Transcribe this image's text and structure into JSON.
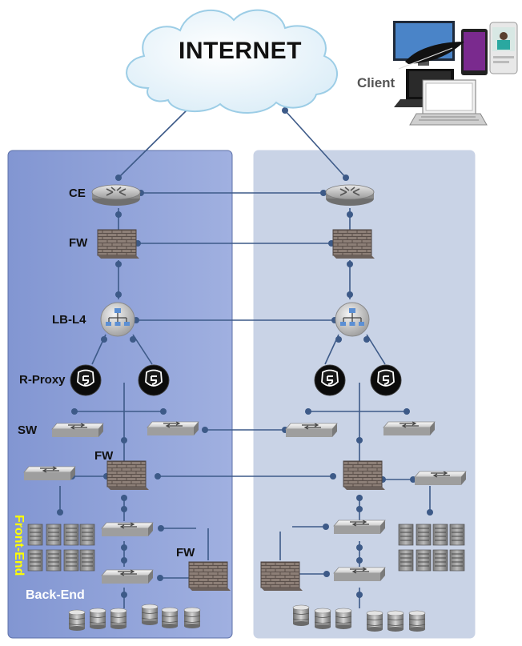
{
  "title": "INTERNET",
  "client_label": "Client",
  "labels": {
    "ce": "CE",
    "fw": "FW",
    "lb": "LB-L4",
    "rproxy": "R-Proxy",
    "sw": "SW",
    "fw_mid": "FW",
    "fw_low": "FW",
    "front_end": "Front-End",
    "back_end": "Back-End"
  },
  "colors": {
    "left_zone": "#8a9fd6",
    "right_zone": "#c5d0e3",
    "link": "#3b5a8a",
    "accent_yellow": "#ffff00"
  },
  "icons": [
    "cloud-icon",
    "router-icon",
    "firewall-icon",
    "load-balancer-icon",
    "reverse-proxy-icon",
    "switch-icon",
    "server-rack-icon",
    "database-icon",
    "monitor-icon",
    "laptop-icon",
    "tablet-icon",
    "phone-icon",
    "quill-icon"
  ]
}
